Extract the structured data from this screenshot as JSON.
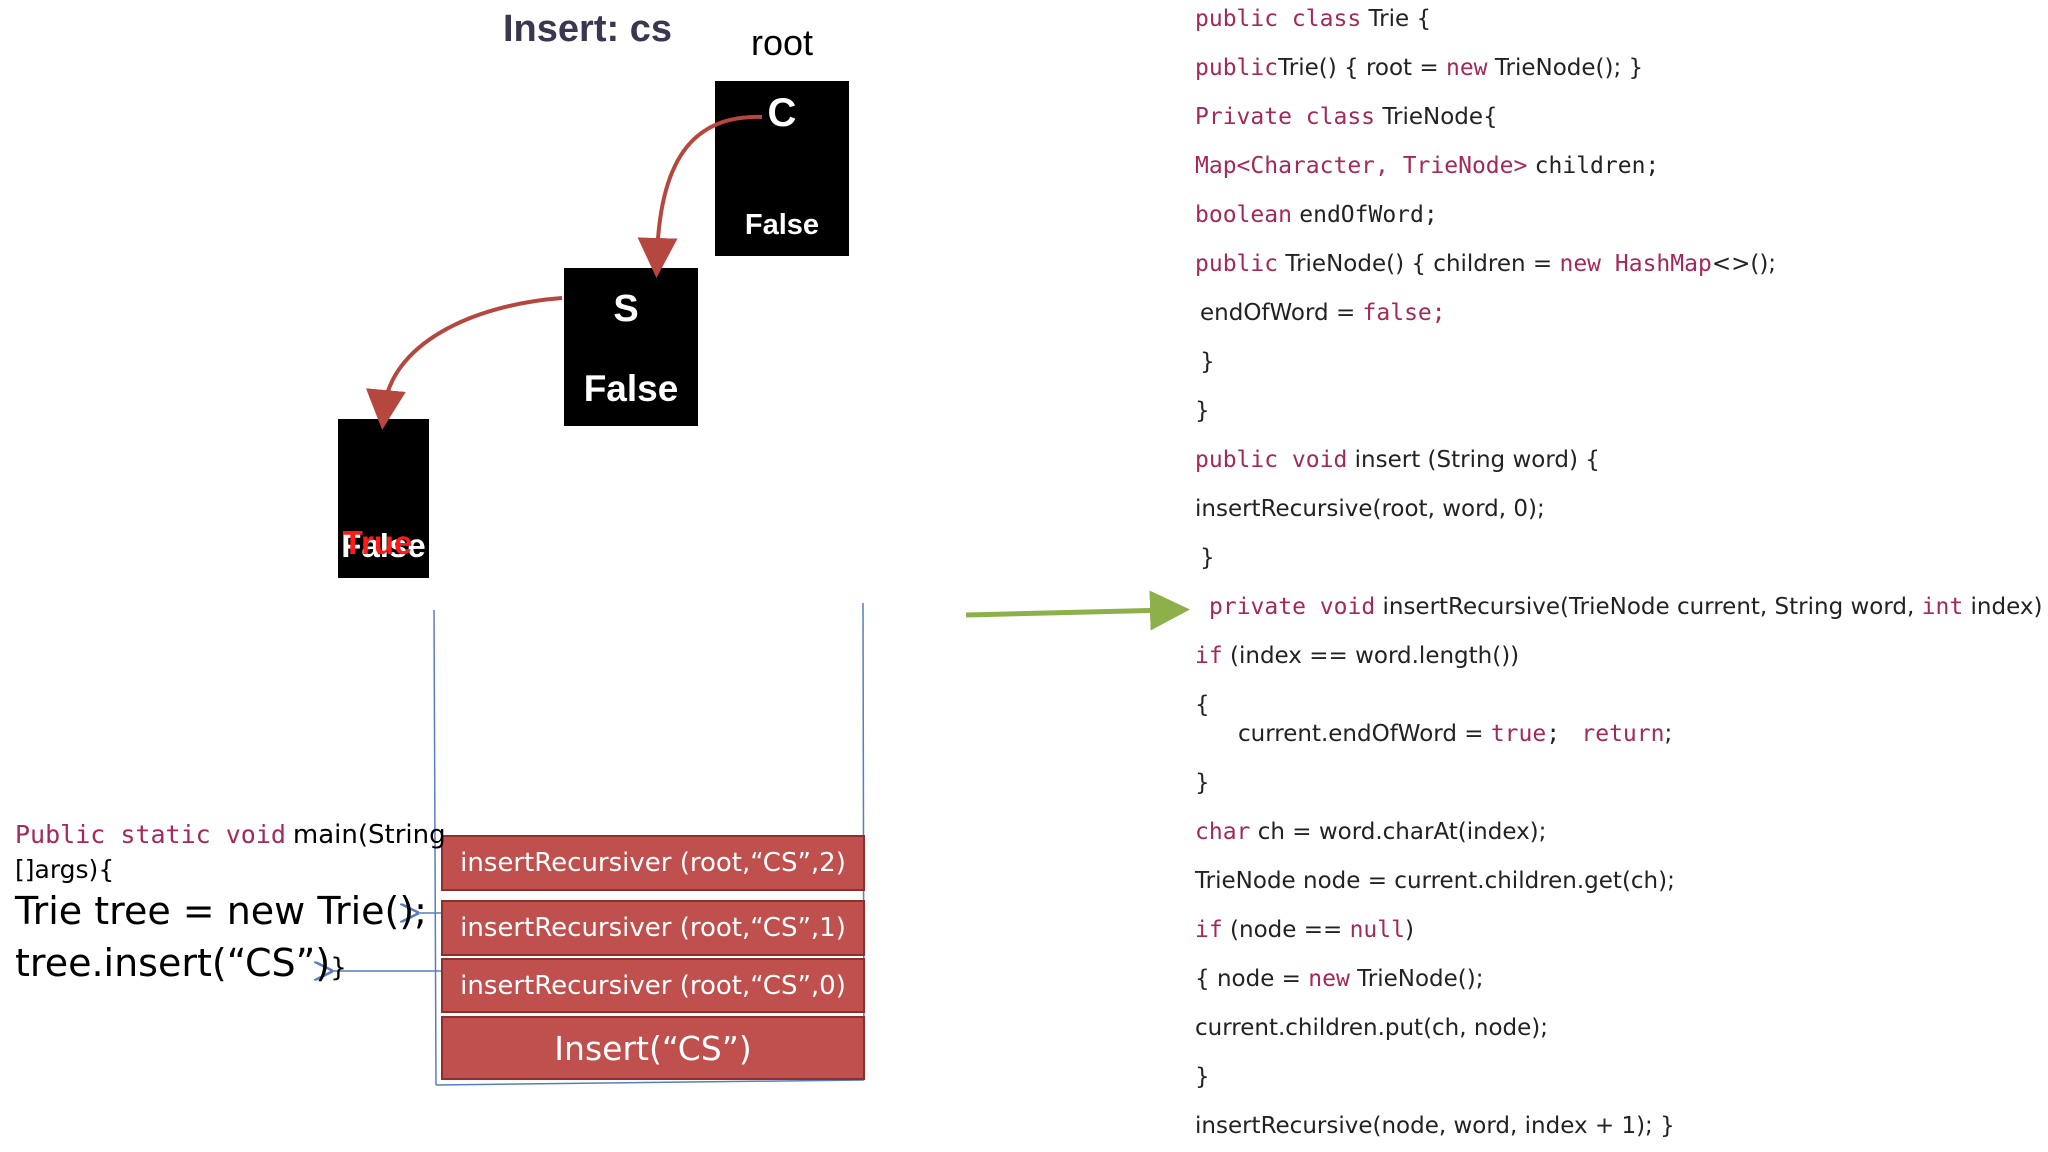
{
  "diagram": {
    "title": "Insert: cs",
    "root_label": "root",
    "nodes": [
      {
        "char": "C",
        "flag": "False"
      },
      {
        "char": "S",
        "flag": "False"
      },
      {
        "char": "",
        "flag_under": "False",
        "flag_over": "True"
      }
    ]
  },
  "call_stack": {
    "frames": [
      "insertRecursiver (root,“CS”,2)",
      "insertRecursiver (root,“CS”,1)",
      "insertRecursiver (root,“CS”,0)",
      "Insert(“CS”)"
    ]
  },
  "main_code": {
    "line1_kw": "Public static void",
    "line1_rest": "main(String",
    "line2": "[]args){",
    "line3": "Trie tree = new Trie();",
    "line4_a": "tree.insert(“CS”)",
    "line4_b": "}"
  },
  "code": {
    "l1_kw": "public class",
    "l1_rest": "Trie {",
    "l2_kw1": "public",
    "l2_a": "Trie() { root =",
    "l2_kw2": "new",
    "l2_b": "TrieNode(); }",
    "l3_kw": "Private class",
    "l3_rest": "TrieNode{",
    "l4_kw": "Map<Character, TrieNode>",
    "l4_rest": "children;",
    "l5_kw": "boolean",
    "l5_rest": "endOfWord;",
    "l6_kw1": "public",
    "l6_a": "TrieNode() { children =",
    "l6_kw2": "new HashMap",
    "l6_b": "<>();",
    "l7_a": "endOfWord =",
    "l7_kw": "false;",
    "l8": "}",
    "l9": "}",
    "l10_kw": "public void",
    "l10_rest": "insert (String word) {",
    "l11": "insertRecursive(root, word, 0);",
    "l12": "}",
    "l13_kw1": "private void",
    "l13_a": "insertRecursive(TrieNode current, String word,",
    "l13_kw2": "int",
    "l13_b": "index) {",
    "l14_kw": "if",
    "l14_rest": "(index == word.length())",
    "l15": "{",
    "l16_a": "current.endOfWord =",
    "l16_kw1": "true",
    "l16_semi": ";",
    "l16_kw2": "return",
    "l16_end": ";",
    "l17": "}",
    "l18_kw": "char",
    "l18_rest": "ch = word.charAt(index);",
    "l19": "TrieNode node = current.children.get(ch);",
    "l20_kw1": "if",
    "l20_a": "(node ==",
    "l20_kw2": "null",
    "l20_b": ")",
    "l21_a": "{ node =",
    "l21_kw": "new",
    "l21_b": "TrieNode();",
    "l22": "current.children.put(ch, node);",
    "l23": "}",
    "l24": "insertRecursive(node, word, index + 1); }"
  },
  "colors": {
    "keyword": "#a3295a",
    "stack_fill": "#c0504d",
    "trie_arrow": "#b5473f",
    "pointer_arrow": "#8db04a",
    "frame_line": "#5a7dbd",
    "true_text": "#ff1a1a"
  }
}
